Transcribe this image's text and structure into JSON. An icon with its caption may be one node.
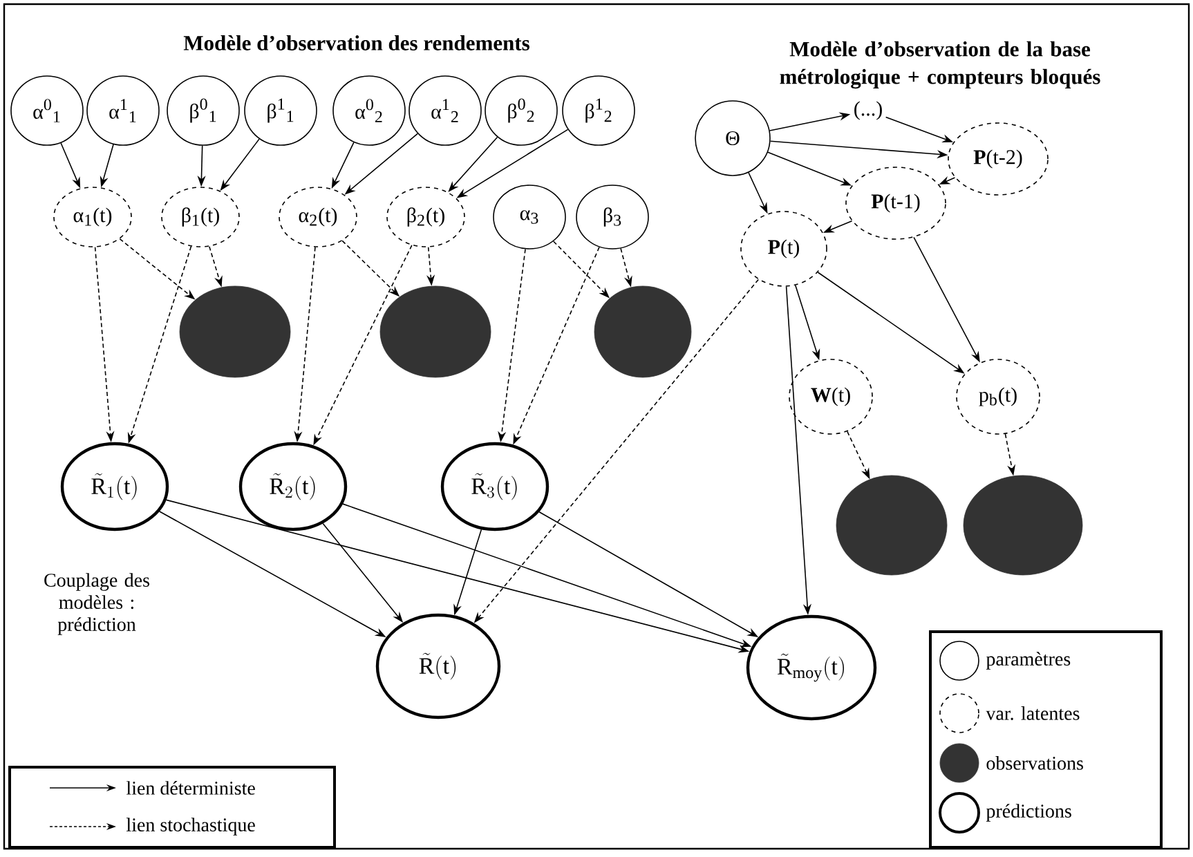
{
  "diagram": {
    "nodes": [
      {
        "text": [
          "α$^{0}$$_{1}$"
        ]
      },
      {
        "text": [
          "α$^{1}$$_{1}$"
        ]
      },
      {
        "text": [
          "β$^{0}$$_{1}$"
        ]
      },
      {
        "text": [
          "β$^{1}$$_{1}$"
        ]
      },
      {
        "text": [
          "α$^{0}$$_{2}$"
        ]
      },
      {
        "text": [
          "α$^{1}$$_{2}$"
        ]
      },
      {
        "text": [
          "β$^{0}$$_{2}$"
        ]
      },
      {
        "text": [
          "β$^{1}$$_{2}$"
        ]
      },
      {
        "text": [
          "(...)"
        ]
      },
      {
        "text": [
          "Θ"
        ]
      },
      {
        "text": [
          "**P**(t-2)"
        ]
      },
      {
        "text": [
          "**P**(t-1)"
        ]
      },
      {
        "text": [
          "α$_{1}$(t)"
        ]
      },
      {
        "text": [
          "β$_{1}$(t)"
        ]
      },
      {
        "text": [
          "α$_{2}$(t)"
        ]
      },
      {
        "text": [
          "β$_{2}$(t)"
        ]
      },
      {
        "text": [
          "α$_{3}$"
        ]
      },
      {
        "text": [
          "β$_{3}$"
        ]
      },
      {
        "text": [
          "**P**(t)"
        ]
      },
      {
        "text": [],
        "shape": "circle"
      },
      {
        "text": [],
        "shape": "circle"
      },
      {
        "text": [],
        "shape": "circle"
      },
      {
        "text": [
          "**W**(t)"
        ]
      },
      {
        "text": [
          "p$_{b}$(t)"
        ]
      },
      {
        "text": [
          "\\tilde{\\mathrm{R}}_{1}\\mathrm{(t)}"
        ]
      },
      {
        "text": [
          "\\tilde{\\mathrm{R}}_{2}\\mathrm{(t)}"
        ]
      },
      {
        "text": [
          "\\tilde{\\mathrm{R}}_{3}\\mathrm{(t)}"
        ]
      },
      {
        "text": [],
        "shape": "circle"
      },
      {
        "text": [],
        "shape": "circle"
      },
      {
        "text": [
          "\\tilde{\\mathrm{R}}\\mathrm{(t)}"
        ]
      },
      {
        "text": [
          "\\tilde{\\mathrm{R}}_{\\mathrm{moy}}\\mathrm{(t)}"
        ]
      }
    ],
    "edges": [
      {
        "from": 0,
        "to": 12,
        "arrow": "to"
      },
      {
        "from": 1,
        "to": 12,
        "arrow": "to"
      },
      {
        "from": 2,
        "to": 13,
        "arrow": "to"
      },
      {
        "from": 3,
        "to": 13,
        "arrow": "to"
      },
      {
        "from": 4,
        "to": 14,
        "arrow": "to"
      },
      {
        "from": 5,
        "to": 14,
        "arrow": "to"
      },
      {
        "from": 6,
        "to": 15,
        "arrow": "to"
      },
      {
        "from": 7,
        "to": 15,
        "arrow": "to"
      },
      {
        "from": 12,
        "to": 19,
        "arrow": "to",
        "style": "dashed"
      },
      {
        "from": 13,
        "to": 19,
        "arrow": "to",
        "style": "dashed"
      },
      {
        "from": 14,
        "to": 20,
        "arrow": "to",
        "style": "dashed"
      },
      {
        "from": 15,
        "to": 20,
        "arrow": "to",
        "style": "dashed"
      },
      {
        "from": 16,
        "to": 21,
        "arrow": "to",
        "style": "dashed"
      },
      {
        "from": 17,
        "to": 21,
        "arrow": "to",
        "style": "dashed"
      },
      {
        "from": 12,
        "to": 24,
        "arrow": "to",
        "style": "dashed"
      },
      {
        "from": 13,
        "to": 24,
        "arrow": "to",
        "style": "dashed"
      },
      {
        "from": 14,
        "to": 25,
        "arrow": "to",
        "style": "dashed"
      },
      {
        "from": 15,
        "to": 25,
        "arrow": "to",
        "style": "dashed"
      },
      {
        "from": 16,
        "to": 26,
        "arrow": "to",
        "style": "dashed"
      },
      {
        "from": 17,
        "to": 26,
        "arrow": "to",
        "style": "dashed"
      },
      {
        "from": 9,
        "to": 8,
        "arrow": "to"
      },
      {
        "from": 9,
        "to": 10,
        "arrow": "to"
      },
      {
        "from": 9,
        "to": 11,
        "arrow": "to"
      },
      {
        "from": 9,
        "to": 18,
        "arrow": "to"
      },
      {
        "from": 8,
        "to": 10,
        "arrow": "to"
      },
      {
        "from": 10,
        "to": 11,
        "arrow": "to"
      },
      {
        "from": 11,
        "to": 18,
        "arrow": "to"
      },
      {
        "from": 18,
        "to": 22,
        "arrow": "to"
      },
      {
        "from": 18,
        "to": 23,
        "arrow": "to"
      },
      {
        "from": 11,
        "to": 23,
        "arrow": "to"
      },
      {
        "from": 22,
        "to": 27,
        "arrow": "to",
        "style": "dashed"
      },
      {
        "from": 23,
        "to": 28,
        "arrow": "to",
        "style": "dashed"
      },
      {
        "from": 18,
        "to": 29,
        "arrow": "to",
        "style": "dashed"
      },
      {
        "from": 18,
        "to": 30,
        "arrow": "to"
      },
      {
        "from": 24,
        "to": 29,
        "arrow": "to"
      },
      {
        "from": 25,
        "to": 29,
        "arrow": "to"
      },
      {
        "from": 26,
        "to": 29,
        "arrow": "to"
      },
      {
        "from": 24,
        "to": 30,
        "arrow": "to"
      },
      {
        "from": 25,
        "to": 30,
        "arrow": "to"
      },
      {
        "from": 26,
        "to": 30,
        "arrow": "to"
      }
    ],
    "labels": [
      "Modèle d’observation des rendements",
      "Modèle d’observation de la base métrologique + compteurs bloqués",
      "Couplage des modèles : prédiction"
    ],
    "legend": [
      {
        "text": "lien déterministe"
      },
      {
        "text": "lien stochastique"
      },
      {
        "text": "paramètres"
      },
      {
        "text": "var. latentes"
      },
      {
        "text": "observations"
      },
      {
        "text": "prédictions"
      }
    ]
  }
}
